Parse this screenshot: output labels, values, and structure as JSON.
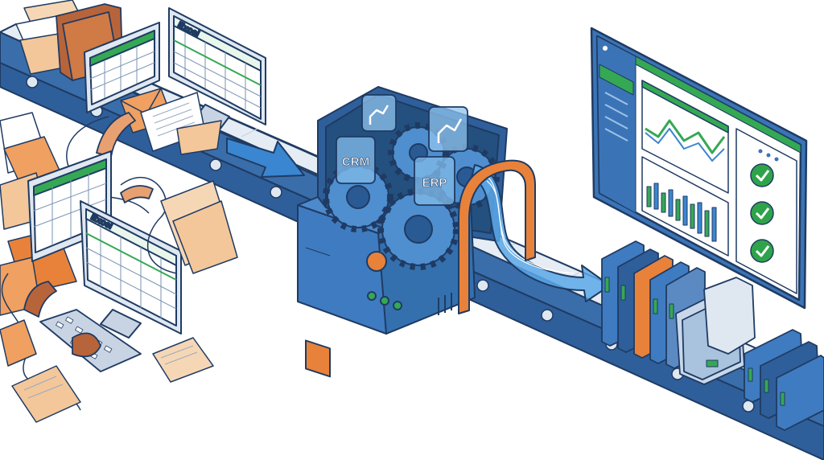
{
  "labels": {
    "excel_top": "Excel",
    "excel_bottom": "Excel",
    "crm": "CRM",
    "erp": "ERP"
  },
  "colors": {
    "conveyor": "#2f5f9a",
    "belt_top": "#e4eaf2",
    "machine": "#3f7bc0",
    "machine_dark": "#2a5a94",
    "accent_orange": "#e8823a",
    "paper": "#f3c79a",
    "excel_green": "#35a853",
    "dashboard_bg": "#3b74b6",
    "check_green": "#2fa34a",
    "outline": "#1f3b63"
  },
  "icons": [
    "folder-icon",
    "envelope-icon",
    "telephone-icon",
    "keyboard-icon",
    "gear-icon",
    "robot-arm-icon",
    "checkmark-icon",
    "binder-icon",
    "arrow-right-icon"
  ]
}
